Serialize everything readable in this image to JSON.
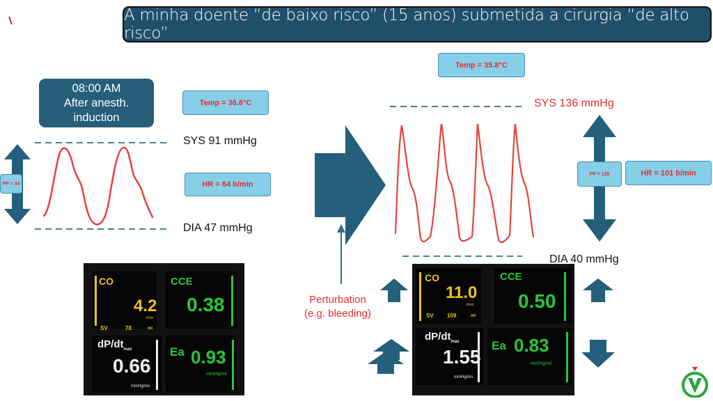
{
  "title": "A minha doente “de baixo risco” (15 anos) submetida a cirurgia “de alto risco”",
  "baseline": {
    "time_line1": "08:00 AM",
    "time_line2": "After anesth.",
    "time_line3": "induction",
    "temp": "Temp = 36.6°C",
    "sys": "SYS 91 mmHg",
    "hr": "HR = 64 b/min",
    "pp": "PP = 44",
    "dia": "DIA 47 mmHg",
    "monitor": {
      "co_label": "CO",
      "co_value": "4.2",
      "co_unit": "l/min",
      "sv_label": "SV",
      "sv_value": "78",
      "sv_unit": "ml",
      "cce_label": "CCE",
      "cce_value": "0.38",
      "dpdt_label": "dP/dt",
      "dpdt_sub": "max",
      "dpdt_value": "0.66",
      "dpdt_unit": "mmHg/ms",
      "ea_label": "Ea",
      "ea_value": "0.93",
      "ea_unit": "mmHg/ml"
    }
  },
  "perturbed": {
    "temp": "Temp = 35.8°C",
    "sys": "SYS 136 mmHg",
    "hr": "HR = 101 b/min",
    "pp": "PP = 126",
    "dia": "DIA 40 mmHg",
    "perturbation_line1": "Perturbation",
    "perturbation_line2": "(e.g. bleeding)",
    "monitor": {
      "co_label": "CO",
      "co_value": "11.0",
      "co_unit": "l/min",
      "sv_label": "SV",
      "sv_value": "109",
      "sv_unit": "ml",
      "cce_label": "CCE",
      "cce_value": "0.50",
      "dpdt_label": "dP/dt",
      "dpdt_sub": "max",
      "dpdt_value": "1.55",
      "dpdt_unit": "mmHg/ms",
      "ea_label": "Ea",
      "ea_value": "0.83",
      "ea_unit": "mmHg/ml"
    }
  },
  "colors": {
    "title_bg": "#1f4f6b",
    "arrow": "#245f7b",
    "light_box": "#87cfe9",
    "red_text": "#e0302b",
    "waveform": "#e8413a",
    "monitor_yellow": "#f2c21a",
    "monitor_green": "#27c836"
  },
  "icons": [
    "double-arrow-icon",
    "big-right-arrow-icon",
    "up-arrow-icon",
    "double-up-arrow-icon",
    "down-arrow-icon",
    "brand-logo-icon"
  ]
}
